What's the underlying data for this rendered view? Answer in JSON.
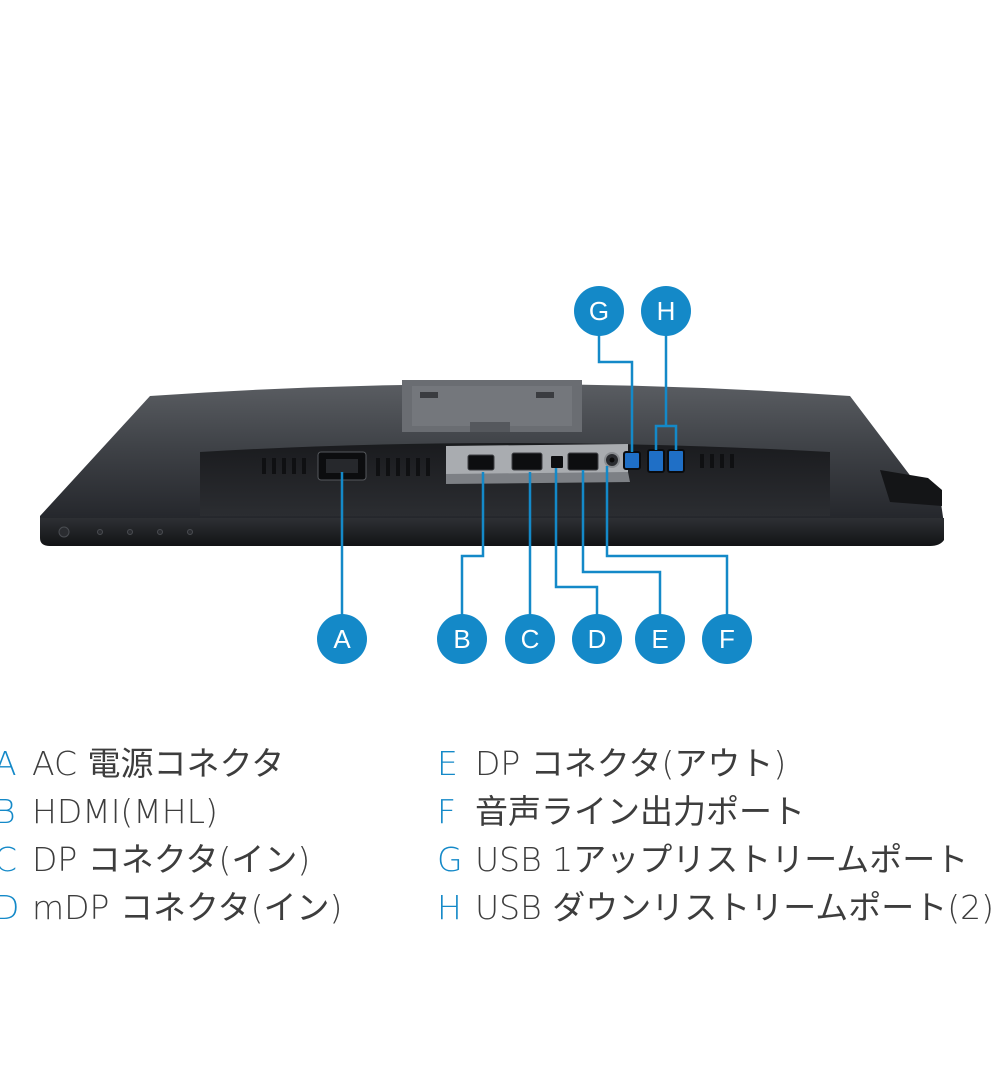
{
  "accent_color": "#1489c8",
  "callouts": [
    {
      "letter": "A",
      "description": "AC 電源コネクタ"
    },
    {
      "letter": "B",
      "description": "HDMI(MHL)"
    },
    {
      "letter": "C",
      "description": "DP コネクタ(イン)"
    },
    {
      "letter": "D",
      "description": "mDP コネクタ(イン)"
    },
    {
      "letter": "E",
      "description": "DP コネクタ(アウト)"
    },
    {
      "letter": "F",
      "description": "音声ライン出力ポート"
    },
    {
      "letter": "G",
      "description": "USB 1アップリストリームポート"
    },
    {
      "letter": "H",
      "description": "USB ダウンリストリームポート(2)"
    }
  ]
}
